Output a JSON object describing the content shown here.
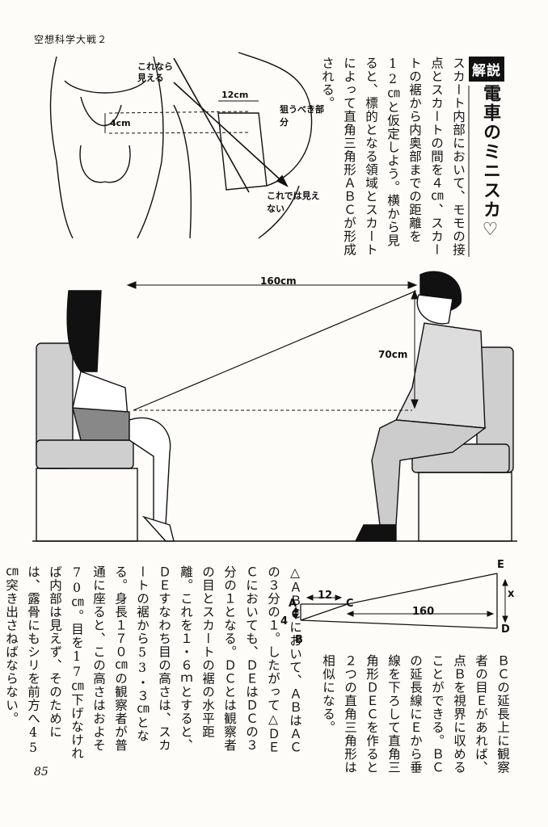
{
  "header": {
    "book_title": "空想科学大戦２"
  },
  "page_number": "85",
  "column": {
    "badge": "解説",
    "title": "電車のミニスカ♡",
    "paragraph": "スカート内部において、モモの接点とスカートの間を４㎝、スカートの裾から内奥部までの距離を12㎝と仮定しよう。横から見ると、標的となる領域とスカートによって直角三角形ＡＢＣが形成される。"
  },
  "top_figure": {
    "label_can_see": "これなら見える",
    "label_cannot_see": "これでは見えない",
    "label_target": "狙うべき部分",
    "dim_height": "4cm",
    "dim_depth": "12cm"
  },
  "middle_figure": {
    "dim_distance": "160cm",
    "dim_height": "70cm"
  },
  "geometry": {
    "points": {
      "A": "A",
      "B": "B",
      "C": "C",
      "D": "D",
      "E": "E"
    },
    "len_ac": "12",
    "len_cd": "160",
    "len_ab": "4",
    "len_ed": "x"
  },
  "body_text": [
    "ＢＣの延長上に観察者の目Ｅがあれば、点Ｂを視界に収めることができる。ＢＣの延長線にＥから垂線を下ろして直角三角形ＤＥＣを作ると２つの直角三角形は相似になる。",
    "△ＡＢＣにおいて、ＡＢはＡＣの３分の１。したがって△ＤＥＣにおいても、ＤＥはＤＣの３分の１となる。ＤＣとは観察者の目とスカートの裾の水平距離。これを１・６ｍとすると、ＤＥすなわち目の高さは、スカートの裾から53・３㎝となる。身長１７０㎝の観察者が普通に座ると、この高さはおよそ70㎝。目を17㎝下げなければ内部は見えず、そのためには、露骨にもシリを前方へ45㎝突き出さねばならない。"
  ]
}
